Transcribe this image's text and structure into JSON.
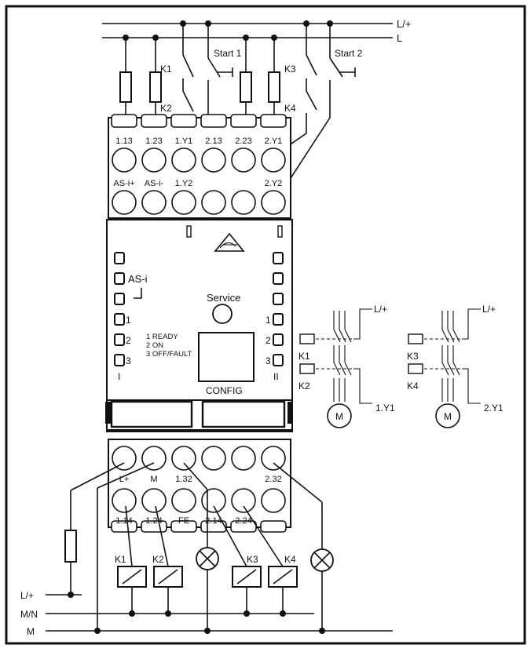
{
  "rails": {
    "top_lplus": "L/+",
    "top_l": "L",
    "bottom_lplus": "L/+",
    "bottom_mn": "M/N",
    "bottom_m": "M"
  },
  "buttons": {
    "start1": "Start 1",
    "start2": "Start 2"
  },
  "contacts_top": [
    "K1",
    "K2",
    "K3",
    "K4"
  ],
  "top_row1_labels": [
    "1.13",
    "1.23",
    "1.Y1",
    "2.13",
    "2.23",
    "2.Y1"
  ],
  "top_row2_labels": [
    "AS-i+",
    "AS-i-",
    "1.Y2",
    "",
    "",
    "2.Y2"
  ],
  "panel": {
    "asi_label": "AS-i",
    "service_label": "Service",
    "config_label": "CONFIG",
    "legend": [
      "1 READY",
      "2 ON",
      "3 OFF/FAULT"
    ],
    "left_nums": [
      "1",
      "2",
      "3"
    ],
    "right_nums": [
      "1",
      "2",
      "3"
    ],
    "left_roman": "I",
    "right_roman": "II"
  },
  "bottom_row1_labels": [
    "L+",
    "M",
    "1.32",
    "",
    "",
    "2.32"
  ],
  "bottom_row2_labels": [
    "1.14",
    "1.24",
    "FE",
    "2.14",
    "2.24",
    ""
  ],
  "coils": [
    "K1",
    "K2",
    "K3",
    "K4"
  ],
  "motors": [
    {
      "supply": "L/+",
      "k_upper": "K1",
      "k_lower": "K2",
      "out": "1.Y1",
      "symbol": "M"
    },
    {
      "supply": "L/+",
      "k_upper": "K3",
      "k_lower": "K4",
      "out": "2.Y1",
      "symbol": "M"
    }
  ]
}
